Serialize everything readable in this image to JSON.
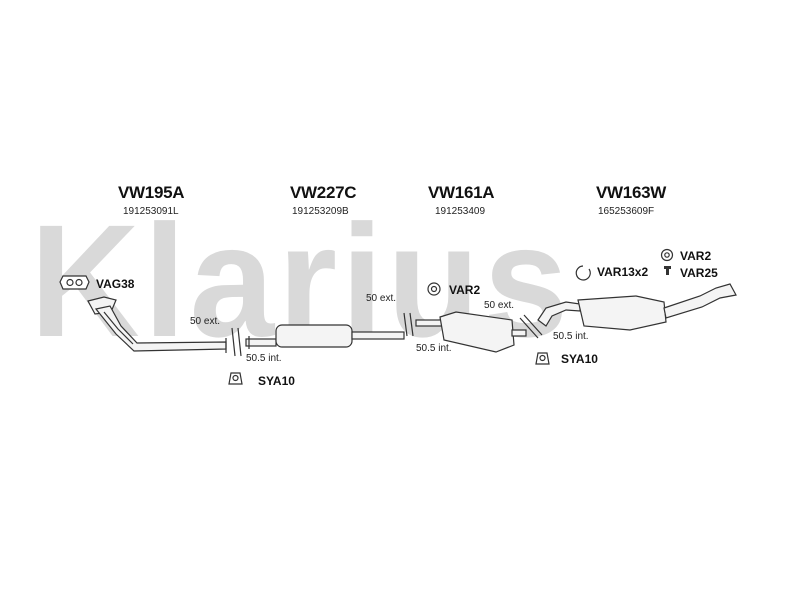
{
  "watermark": {
    "text": "Klarius"
  },
  "parts": [
    {
      "code": "VW195A",
      "oe": "191253091L"
    },
    {
      "code": "VW227C",
      "oe": "191253209B"
    },
    {
      "code": "VW161A",
      "oe": "191253409"
    },
    {
      "code": "VW163W",
      "oe": "165253609F"
    }
  ],
  "accessories": {
    "gasket": "VAG38",
    "hanger_mid": "VAR2",
    "hanger_rear": "VAR2",
    "clamp_rear": "VAR13x2",
    "bolt_rear": "VAR25",
    "mount_front": "SYA10",
    "mount_rear": "SYA10"
  },
  "joints": {
    "j1_ext": "50 ext.",
    "j1_int": "50.5 int.",
    "j2_ext": "50 ext.",
    "j2_int": "50.5 int.",
    "j3_ext": "50 ext.",
    "j3_int": "50.5 int."
  },
  "colors": {
    "line": "#333333",
    "fill": "#f2f2f2",
    "watermark": "#d9d9d9"
  }
}
